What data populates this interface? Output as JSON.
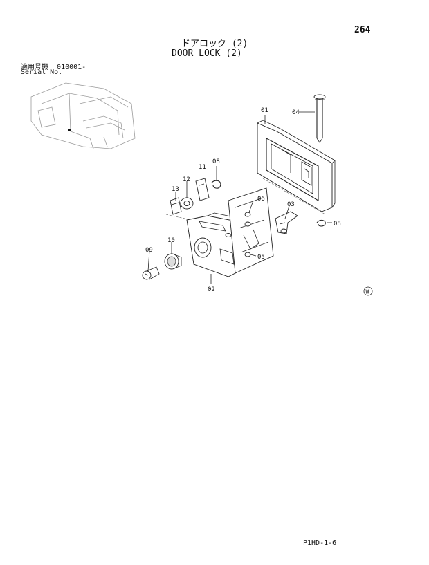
{
  "header": {
    "page_number": "264",
    "title_jp": "ドアロック (2)",
    "title_en": "DOOR LOCK (2)",
    "serial_label_jp": "適用号機",
    "serial_value": "010001-",
    "serial_label_en": "Serial No."
  },
  "diagram": {
    "callouts": {
      "p01": "01",
      "p02": "02",
      "p03": "03",
      "p04": "04",
      "p05": "05",
      "p06": "06",
      "p08a": "08",
      "p08b": "08",
      "p09": "09",
      "p10": "10",
      "p11": "11",
      "p12": "12",
      "p13": "13"
    },
    "marker": "W"
  },
  "footer": {
    "code": "P1HD-1-6"
  }
}
